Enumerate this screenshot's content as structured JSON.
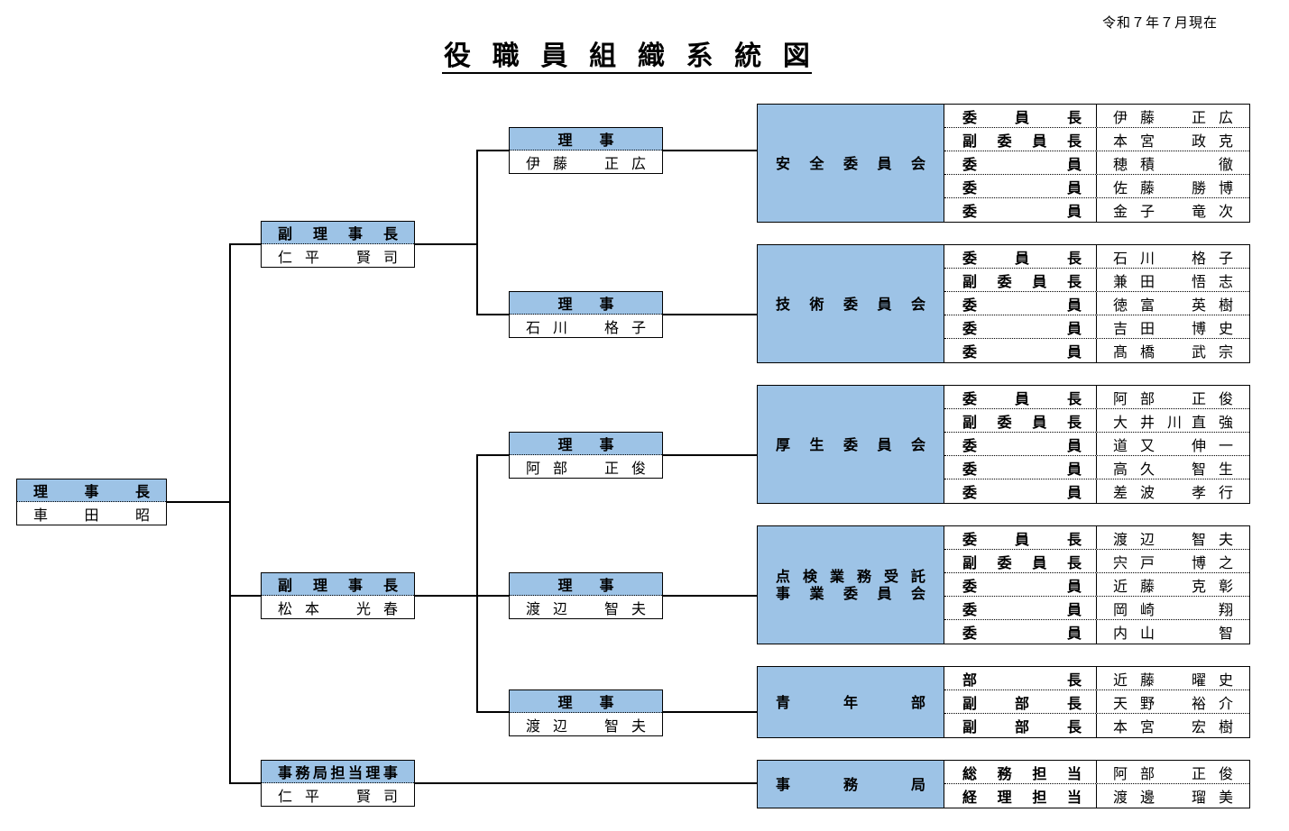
{
  "header": {
    "date": "令和７年７月現在",
    "title": "役職員組織系統図"
  },
  "colors": {
    "accent": "#9dc3e6",
    "line": "#000000"
  },
  "chairman": {
    "role": "理事長",
    "name_family": "車田",
    "name_given": "昭"
  },
  "vice_chairs": [
    {
      "role": "副理事長",
      "name_family": "仁平",
      "name_given": "賢司"
    },
    {
      "role": "副理事長",
      "name_family": "松本",
      "name_given": "光春"
    }
  ],
  "secretariat_director": {
    "role": "事務局担当理事",
    "name_family": "仁平",
    "name_given": "賢司"
  },
  "directors": [
    {
      "role": "理事",
      "name_family": "伊藤",
      "name_given": "正広"
    },
    {
      "role": "理事",
      "name_family": "石川",
      "name_given": "格子"
    },
    {
      "role": "理事",
      "name_family": "阿部",
      "name_given": "正俊"
    },
    {
      "role": "理事",
      "name_family": "渡辺",
      "name_given": "智夫"
    },
    {
      "role": "理事",
      "name_family": "渡辺",
      "name_given": "智夫"
    }
  ],
  "committees": [
    {
      "name_lines": [
        "安全委員会"
      ],
      "members": [
        {
          "position": "委員長",
          "family": "伊藤",
          "given": "正広"
        },
        {
          "position": "副委員長",
          "family": "本宮",
          "given": "政克"
        },
        {
          "position": "委員",
          "family": "穂積",
          "given": "徹"
        },
        {
          "position": "委員",
          "family": "佐藤",
          "given": "勝博"
        },
        {
          "position": "委員",
          "family": "金子",
          "given": "竜次"
        }
      ]
    },
    {
      "name_lines": [
        "技術委員会"
      ],
      "members": [
        {
          "position": "委員長",
          "family": "石川",
          "given": "格子"
        },
        {
          "position": "副委員長",
          "family": "兼田",
          "given": "悟志"
        },
        {
          "position": "委員",
          "family": "徳富",
          "given": "英樹"
        },
        {
          "position": "委員",
          "family": "吉田",
          "given": "博史"
        },
        {
          "position": "委員",
          "family": "髙橋",
          "given": "武宗"
        }
      ]
    },
    {
      "name_lines": [
        "厚生委員会"
      ],
      "members": [
        {
          "position": "委員長",
          "family": "阿部",
          "given": "正俊"
        },
        {
          "position": "副委員長",
          "family": "大井川",
          "given": "直強"
        },
        {
          "position": "委員",
          "family": "道又",
          "given": "伸一"
        },
        {
          "position": "委員",
          "family": "高久",
          "given": "智生"
        },
        {
          "position": "委員",
          "family": "差波",
          "given": "孝行"
        }
      ]
    },
    {
      "name_lines": [
        "点検業務受託",
        "事業委員会"
      ],
      "members": [
        {
          "position": "委員長",
          "family": "渡辺",
          "given": "智夫"
        },
        {
          "position": "副委員長",
          "family": "宍戸",
          "given": "博之"
        },
        {
          "position": "委員",
          "family": "近藤",
          "given": "克彰"
        },
        {
          "position": "委員",
          "family": "岡崎",
          "given": "翔"
        },
        {
          "position": "委員",
          "family": "内山",
          "given": "智"
        }
      ]
    },
    {
      "name_lines": [
        "青年部"
      ],
      "members": [
        {
          "position": "部長",
          "family": "近藤",
          "given": "曜史"
        },
        {
          "position": "副部長",
          "family": "天野",
          "given": "裕介"
        },
        {
          "position": "副部長",
          "family": "本宮",
          "given": "宏樹"
        }
      ]
    },
    {
      "name_lines": [
        "事務局"
      ],
      "members": [
        {
          "position": "総務担当",
          "family": "阿部",
          "given": "正俊"
        },
        {
          "position": "経理担当",
          "family": "渡邊",
          "given": "瑠美"
        }
      ]
    }
  ]
}
